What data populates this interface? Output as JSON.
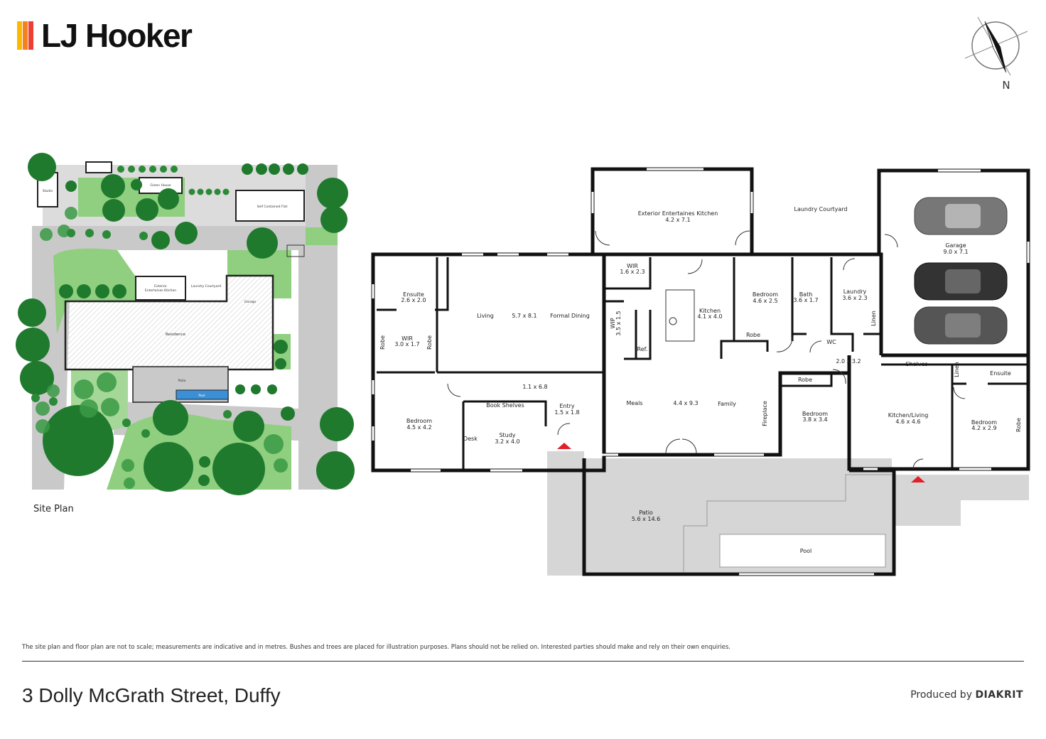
{
  "brand": {
    "name": "LJ Hooker",
    "bar_colors": [
      "#fbb800",
      "#f58220",
      "#ef3e33"
    ]
  },
  "compass": {
    "label": "N"
  },
  "site_plan": {
    "label": "Site Plan",
    "buildings": {
      "studio": "Studio",
      "green_house": "Green House",
      "self_contained_flat": "Self Contained Flat",
      "exterior_kitchen_line1": "Exterior",
      "exterior_kitchen_line2": "Entertaines Kitchen",
      "laundry_courtyard": "Laundry Courtyard",
      "garage": "Garage",
      "residence": "Residence",
      "patio": "Patio",
      "pool": "Pool"
    }
  },
  "floor_plan": {
    "rooms": {
      "ext_kitchen": {
        "name": "Exterior Entertaines Kitchen",
        "size": "4.2 x 7.1"
      },
      "laundry_courtyard": {
        "name": "Laundry Courtyard"
      },
      "garage": {
        "name": "Garage",
        "size": "9.0 x 7.1"
      },
      "ensuite1": {
        "name": "Ensuite",
        "size": "2.6 x 2.0"
      },
      "wir1": {
        "name": "WIR",
        "size": "1.6 x 2.3"
      },
      "wir2": {
        "name": "WIR",
        "size": "3.0 x 1.7"
      },
      "robe_left": "Robe",
      "robe_mid": "Robe",
      "living": {
        "name": "Living",
        "size": "5.7 x 8.1"
      },
      "formal_dining": {
        "name": "Formal Dining"
      },
      "wip": {
        "name": "WIP",
        "size": "3.5 x 1.5"
      },
      "ref": "Ref.",
      "kitchen": {
        "name": "Kitchen",
        "size": "4.1 x 4.0"
      },
      "bedroom2": {
        "name": "Bedroom",
        "size": "4.6 x 2.5"
      },
      "robe_bed2": "Robe",
      "bath": {
        "name": "Bath",
        "size": "3.6 x 1.7"
      },
      "laundry": {
        "name": "Laundry",
        "size": "3.6 x 2.3"
      },
      "linen1": "Linen",
      "wc": "WC",
      "hall_right": {
        "size": "2.0 x 3.2"
      },
      "shelves": "Shelves",
      "linen2": "Linen",
      "ensuite2": {
        "name": "Ensuite"
      },
      "hall": {
        "size": "1.1 x 6.8"
      },
      "bedroom1": {
        "name": "Bedroom",
        "size": "4.5 x 4.2"
      },
      "book_shelves": "Book Shelves",
      "desk": "Desk",
      "study": {
        "name": "Study",
        "size": "3.2 x 4.0"
      },
      "entry": {
        "name": "Entry",
        "size": "1.5 x 1.8"
      },
      "meals": {
        "name": "Meals"
      },
      "family_size": {
        "size": "4.4 x 9.3"
      },
      "family": {
        "name": "Family"
      },
      "fireplace": "Fireplace",
      "robe_bed3": "Robe",
      "bedroom3": {
        "name": "Bedroom",
        "size": "3.8 x 3.4"
      },
      "kitchen_living": {
        "name": "Kitchen/Living",
        "size": "4.6 x 4.6"
      },
      "bedroom4": {
        "name": "Bedroom",
        "size": "4.2 x 2.9"
      },
      "robe_bed4": "Robe",
      "patio": {
        "name": "Patio",
        "size": "5.6 x 14.6"
      },
      "pool": {
        "name": "Pool"
      }
    }
  },
  "footer": {
    "disclaimer": "The site plan and floor plan are not to scale; measurements are indicative and in metres. Bushes and trees are placed for illustration purposes. Plans should not be relied on. Interested parties should make and rely on their own enquiries.",
    "address": "3 Dolly McGrath Street, Duffy",
    "credit_prefix": "Produced by",
    "credit_brand": "DIAKRIT"
  },
  "colors": {
    "wall": "#111111",
    "tree": "#1f7a2e",
    "grass": "#8fcf7f",
    "path": "#c9c9c9",
    "outdoor": "#d6d6d6",
    "pool_site": "#3b8fd6",
    "entry_marker": "#e0202a"
  }
}
